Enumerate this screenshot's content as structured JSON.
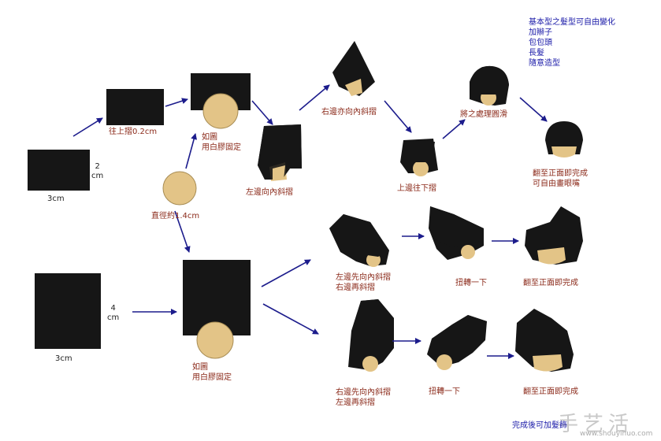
{
  "tips": {
    "lines": [
      "基本型之髮型可自由變化",
      "加辮子",
      "包包頭",
      "長髮",
      "隨意造型"
    ]
  },
  "dims": {
    "small_h": "2\ncm",
    "small_w": "3cm",
    "large_h": "4\ncm",
    "large_w": "3cm"
  },
  "labels": {
    "fold_up": "往上摺0.2cm",
    "glue_top": "如圖\n用白膠固定",
    "diameter": "直徑約1.4cm",
    "left_fold": "左邊向內斜摺",
    "right_fold": "右邊亦向內斜摺",
    "top_fold_down": "上邊往下摺",
    "corner": "將之處理圓滑",
    "finish_top": "翻至正面即完成\n可自由畫眼嘴",
    "glue_bottom": "如圖\n用白膠固定",
    "mid_fold": "左邊先向內斜摺\n右邊再斜摺",
    "mid_twist": "扭轉一下",
    "mid_finish": "翻至正面即完成",
    "bot_fold": "右邊先向內斜摺\n左邊再斜摺",
    "bot_twist": "扭轉一下",
    "bot_finish": "翻至正面即完成"
  },
  "footer": "完成後可加髮飾",
  "watermark": {
    "text": "手艺活",
    "url": "www.shouyihuo.com"
  },
  "colors": {
    "paper": "#161616",
    "face": "#e3c487",
    "face_edge": "#a88d55",
    "arrow": "#1c1c8c",
    "label": "#8b2a1a",
    "tips": "#1a1aa8"
  }
}
